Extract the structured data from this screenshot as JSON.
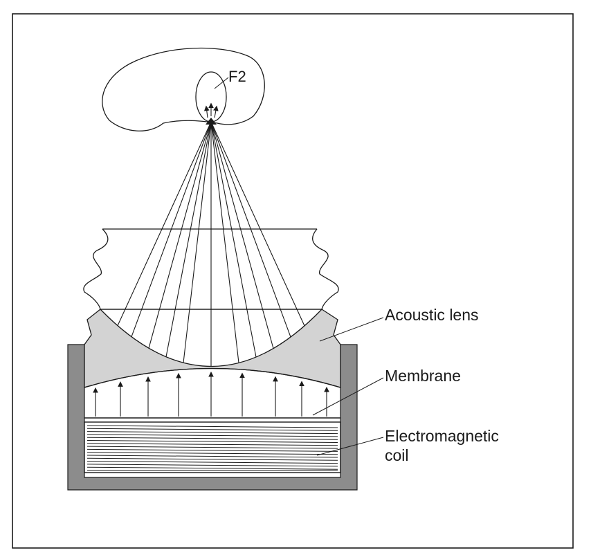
{
  "labels": {
    "focus": "F2",
    "acoustic_lens": "Acoustic lens",
    "membrane": "Membrane",
    "coil_line1": "Electromagnetic",
    "coil_line2": "coil"
  },
  "colors": {
    "line": "#1a1a1a",
    "lens_fill": "#d3d3d3",
    "housing_fill": "#8c8c8c",
    "background": "#ffffff"
  }
}
